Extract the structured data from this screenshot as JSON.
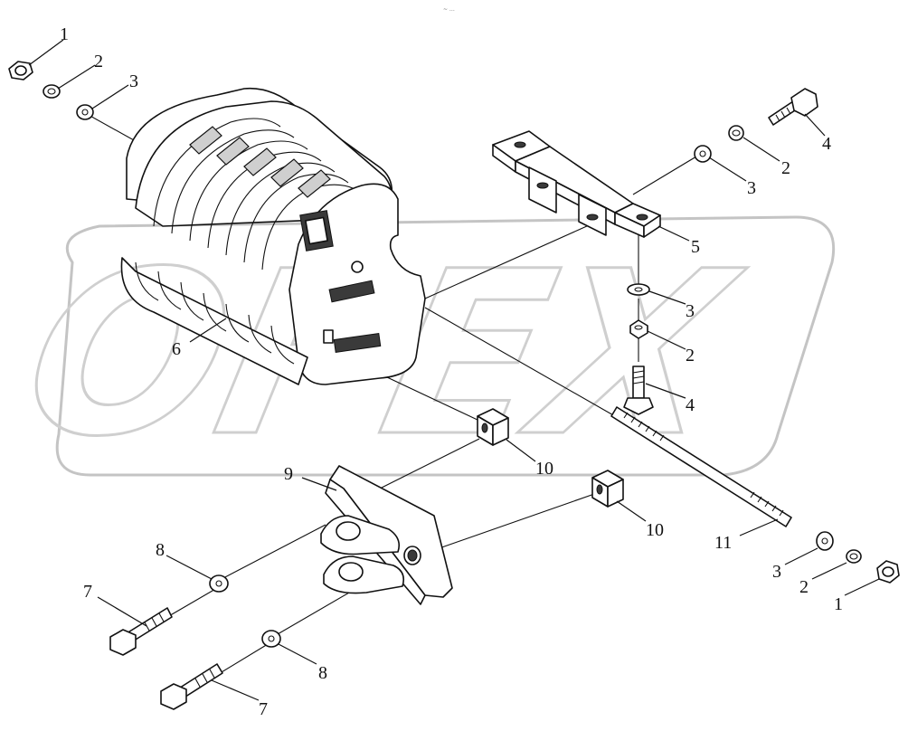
{
  "watermark": {
    "text": "OPEX"
  },
  "tiny_mark": "~ …",
  "callouts": [
    {
      "id": "c1a",
      "label": "1"
    },
    {
      "id": "c2a",
      "label": "2"
    },
    {
      "id": "c3a",
      "label": "3"
    },
    {
      "id": "c4a",
      "label": "4"
    },
    {
      "id": "c2b",
      "label": "2"
    },
    {
      "id": "c3b",
      "label": "3"
    },
    {
      "id": "c5",
      "label": "5"
    },
    {
      "id": "c3c",
      "label": "3"
    },
    {
      "id": "c2c",
      "label": "2"
    },
    {
      "id": "c4b",
      "label": "4"
    },
    {
      "id": "c6",
      "label": "6"
    },
    {
      "id": "c10a",
      "label": "10"
    },
    {
      "id": "c9",
      "label": "9"
    },
    {
      "id": "c10b",
      "label": "10"
    },
    {
      "id": "c11",
      "label": "11"
    },
    {
      "id": "c8a",
      "label": "8"
    },
    {
      "id": "c7a",
      "label": "7"
    },
    {
      "id": "c3d",
      "label": "3"
    },
    {
      "id": "c2d",
      "label": "2"
    },
    {
      "id": "c1b",
      "label": "1"
    },
    {
      "id": "c8b",
      "label": "8"
    },
    {
      "id": "c7b",
      "label": "7"
    }
  ]
}
